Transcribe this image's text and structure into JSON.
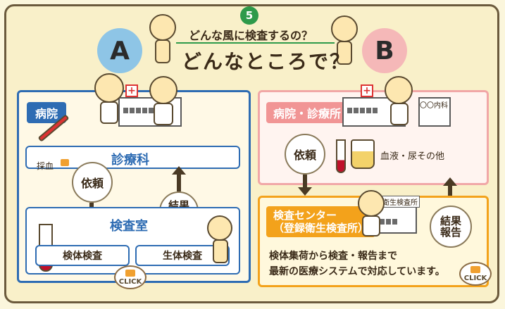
{
  "header": {
    "step_number": "5",
    "question": "どんな風に検査するの？",
    "title": "どんなところで？",
    "left_option": "A",
    "right_option": "B"
  },
  "colors": {
    "blue": "#2e6cb3",
    "pink": "#f19595",
    "orange": "#f3a21b",
    "bubble_a": "#8ec5e6",
    "bubble_b": "#f5b8b8",
    "step_green": "#2e9a4a"
  },
  "left_panel": {
    "label": "病院",
    "section_clinic": "診療科",
    "blood_sample": "採血",
    "request": "依頼",
    "section_lab": "検査室",
    "result": "結果報告",
    "specimen_test": "検体検査",
    "physio_test": "生体検査",
    "click": "CLICK"
  },
  "right_panel": {
    "label": "病院・診療所",
    "clinic_sign": "〇〇内科",
    "request": "依頼",
    "samples_text": "血液・尿その他",
    "center_label": "検査センター\n（登録衛生検査所）",
    "center_sign": "衛生検査所",
    "result": "結果報告",
    "description_line1": "検体集荷から検査・報告まで",
    "description_line2": "最新の医療システムで対応しています。",
    "click": "CLICK"
  }
}
